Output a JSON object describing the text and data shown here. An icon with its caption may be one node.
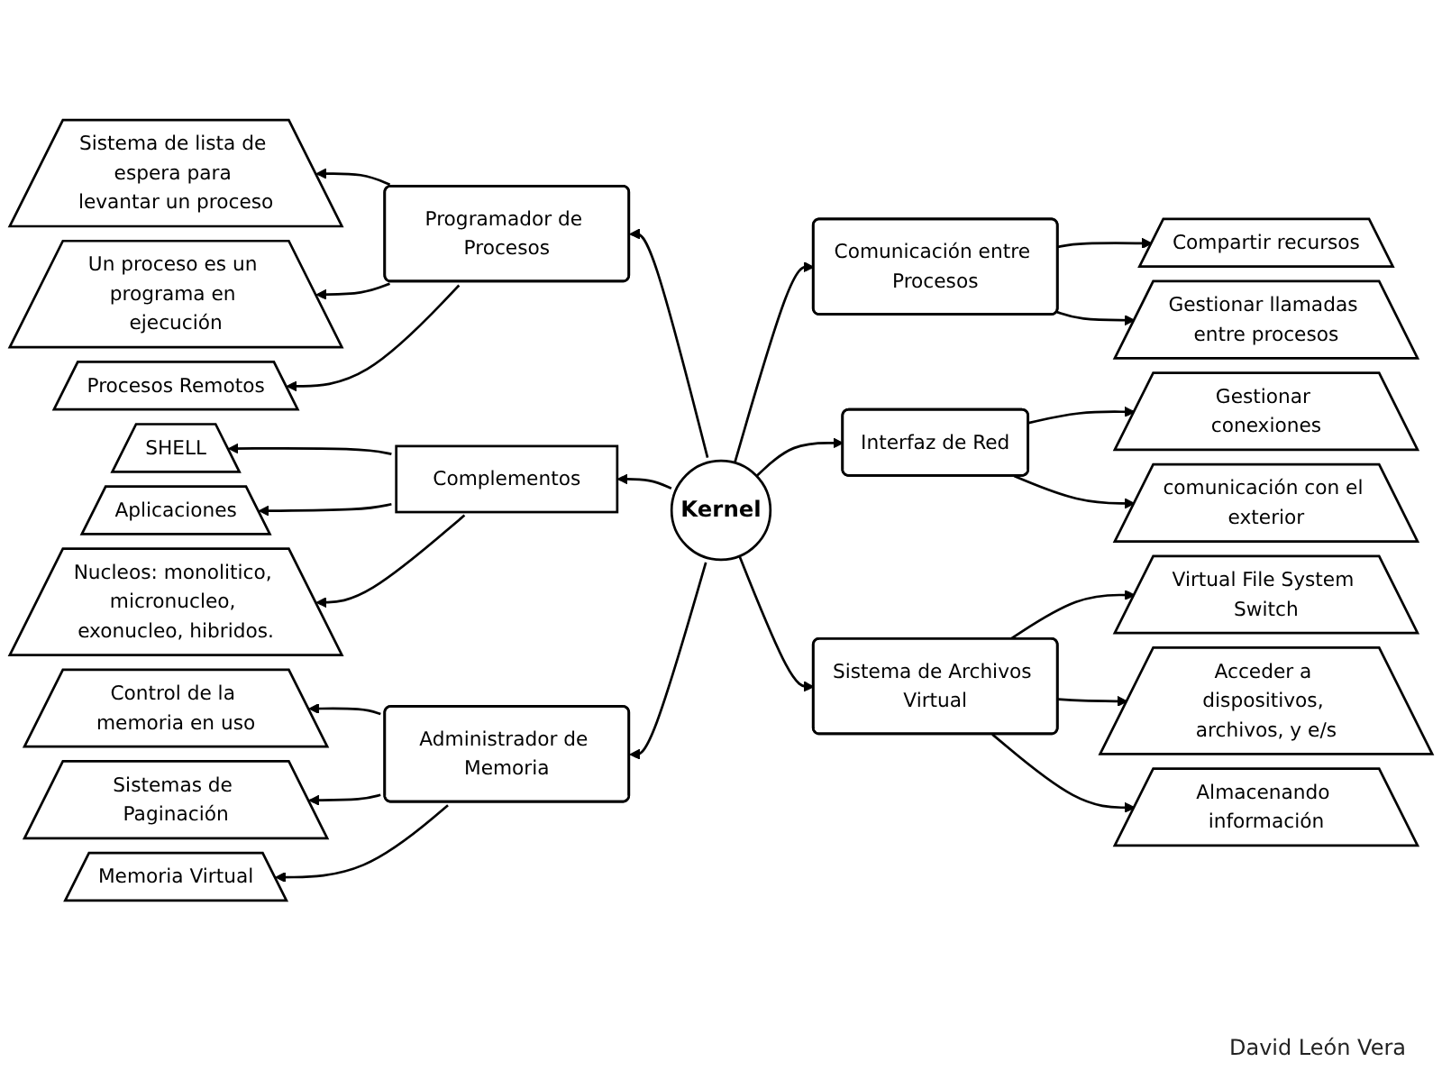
{
  "diagram": {
    "nodes": [
      {
        "text": [
          "Kernel"
        ]
      },
      {
        "text": [
          "Programador de Procesos"
        ]
      },
      {
        "text": [
          "Sistema de lista de espera para levantar un proceso"
        ]
      },
      {
        "text": [
          "Un proceso es un programa en ejecución"
        ]
      },
      {
        "text": [
          "Procesos Remotos"
        ]
      },
      {
        "text": [
          "Complementos"
        ]
      },
      {
        "text": [
          "SHELL"
        ]
      },
      {
        "text": [
          "Aplicaciones"
        ]
      },
      {
        "text": [
          "Nucleos: monolitico, micronucleo, exonucleo, hibridos."
        ]
      },
      {
        "text": [
          "Comunicación entre Procesos"
        ]
      },
      {
        "text": [
          "Compartir recursos"
        ]
      },
      {
        "text": [
          "Gestionar llamadas entre procesos"
        ]
      },
      {
        "text": [
          "Administrador de Memoria"
        ]
      },
      {
        "text": [
          "Control de la memoria en uso"
        ]
      },
      {
        "text": [
          "Sistemas de Paginación"
        ]
      },
      {
        "text": [
          "Memoria Virtual"
        ]
      },
      {
        "text": [
          "Interfaz de Red"
        ]
      },
      {
        "text": [
          "Gestionar conexiones"
        ]
      },
      {
        "text": [
          "comunicación con el exterior"
        ]
      },
      {
        "text": [
          "Sistema de Archivos Virtual"
        ]
      },
      {
        "text": [
          "Virtual File System Switch"
        ]
      },
      {
        "text": [
          "Almacenando información"
        ]
      },
      {
        "text": [
          "Acceder a dispositivos, archivos, y e/s"
        ]
      }
    ],
    "edges": [
      {
        "from": 0,
        "to": 1,
        "arrow": "to"
      },
      {
        "from": 0,
        "to": 5,
        "arrow": "to"
      },
      {
        "from": 0,
        "to": 9,
        "arrow": "to"
      },
      {
        "from": 0,
        "to": 12,
        "arrow": "to"
      },
      {
        "from": 0,
        "to": 16,
        "arrow": "to"
      },
      {
        "from": 0,
        "to": 19,
        "arrow": "to"
      },
      {
        "from": 1,
        "to": 2,
        "arrow": "to"
      },
      {
        "from": 1,
        "to": 3,
        "arrow": "to"
      },
      {
        "from": 1,
        "to": 4,
        "arrow": "to"
      },
      {
        "from": 5,
        "to": 6,
        "arrow": "to"
      },
      {
        "from": 5,
        "to": 7,
        "arrow": "to"
      },
      {
        "from": 5,
        "to": 8,
        "arrow": "to"
      },
      {
        "from": 9,
        "to": 10,
        "arrow": "to"
      },
      {
        "from": 9,
        "to": 11,
        "arrow": "to"
      },
      {
        "from": 12,
        "to": 13,
        "arrow": "to"
      },
      {
        "from": 12,
        "to": 14,
        "arrow": "to"
      },
      {
        "from": 12,
        "to": 15,
        "arrow": "to"
      },
      {
        "from": 16,
        "to": 17,
        "arrow": "to"
      },
      {
        "from": 16,
        "to": 18,
        "arrow": "to"
      },
      {
        "from": 19,
        "to": 20,
        "arrow": "to"
      },
      {
        "from": 19,
        "to": 22,
        "arrow": "to"
      },
      {
        "from": 19,
        "to": 21,
        "arrow": "to"
      }
    ],
    "labels": [
      "David León Vera"
    ]
  }
}
